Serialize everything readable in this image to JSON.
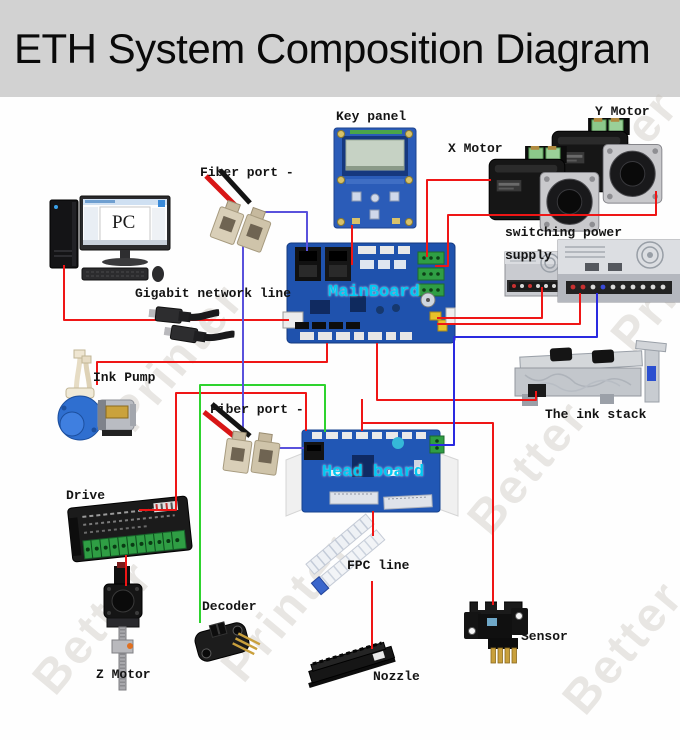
{
  "title": "ETH System Composition Diagram",
  "watermark": {
    "word_a": "Better",
    "word_b": "Printer"
  },
  "colors": {
    "title_bg": "#d2d2d2",
    "wire_red": "#ef1616",
    "wire_green": "#2ed32e",
    "wire_blue": "#5a52dc",
    "pcb_blue": "#2053ae",
    "board_label_cyan": "#00c9f2"
  },
  "labels": {
    "key_panel": "Key panel",
    "x_motor": "X Motor",
    "y_motor": "Y Motor",
    "pc": "PC",
    "fiber_port_top": "Fiber port -",
    "gigabit": "Gigabit network line",
    "mainboard": "MainBoard",
    "psu_line1": "switching power",
    "psu_line2": "supply",
    "ink_stack": "The ink stack",
    "ink_pump": "Ink Pump",
    "fiber_port_mid": "Fiber port -",
    "head_board": "Head board",
    "drive": "Drive",
    "decoder": "Decoder",
    "z_motor": "Z Motor",
    "fpc": "FPC line",
    "nozzle": "Nozzle",
    "sensor": "Sensor"
  },
  "connections": [
    {
      "from": "PC",
      "to": "MainBoard",
      "via": "Gigabit network line",
      "color": "red"
    },
    {
      "from": "Key panel",
      "to": "MainBoard",
      "color": "red"
    },
    {
      "from": "X Motor",
      "to": "MainBoard",
      "color": "red"
    },
    {
      "from": "Y Motor",
      "to": "MainBoard",
      "color": "red"
    },
    {
      "from": "switching power supply",
      "to": "MainBoard",
      "color": "red"
    },
    {
      "from": "switching power supply",
      "to": "Head board",
      "color": "blue"
    },
    {
      "from": "MainBoard",
      "to": "The ink stack",
      "color": "red"
    },
    {
      "from": "MainBoard",
      "to": "Ink Pump",
      "color": "red"
    },
    {
      "from": "MainBoard",
      "to": "Head board",
      "color": "red"
    },
    {
      "from": "Fiber port (PC side)",
      "to": "MainBoard",
      "color": "blue"
    },
    {
      "from": "Fiber port (PC side)",
      "to": "Fiber port (head side)",
      "color": "blue"
    },
    {
      "from": "Fiber port (head side)",
      "to": "Head board",
      "color": "blue"
    },
    {
      "from": "Head board",
      "to": "Decoder",
      "color": "green"
    },
    {
      "from": "Head board",
      "to": "Drive",
      "color": "red"
    },
    {
      "from": "Drive",
      "to": "Z Motor",
      "color": "red"
    },
    {
      "from": "Head board",
      "to": "Nozzle",
      "via": "FPC line",
      "color": "red"
    },
    {
      "from": "Head board",
      "to": "Sensor",
      "color": "red"
    }
  ]
}
